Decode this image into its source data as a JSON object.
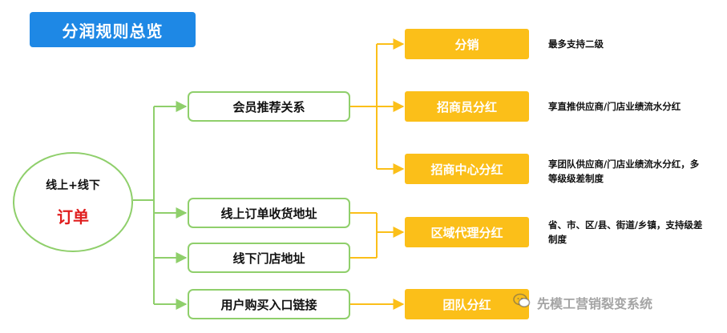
{
  "title": "分润规则总览",
  "order": {
    "subtitle": "线上+线下",
    "label": "订单"
  },
  "sources": [
    {
      "label": "会员推荐关系"
    },
    {
      "label": "线上订单收货地址"
    },
    {
      "label": "线下门店地址"
    },
    {
      "label": "用户购买入口链接"
    }
  ],
  "rules": [
    {
      "label": "分销",
      "note": "最多支持二级"
    },
    {
      "label": "招商员分红",
      "note": "享直推供应商/门店业绩流水分红"
    },
    {
      "label": "招商中心分红",
      "note": "享团队供应商/门店业绩流水分红，多等级级差制度"
    },
    {
      "label": "区域代理分红",
      "note": "省、市、区/县、街道/乡镇，支持级差制度"
    },
    {
      "label": "团队分红",
      "note": ""
    }
  ],
  "watermark": {
    "text": "先模工营销裂变系统",
    "icon": "wechat-icon"
  },
  "colors": {
    "title_bg": "#1e88e5",
    "green": "#8fcf6b",
    "yellow": "#fbbf19",
    "red": "#e01e1e"
  }
}
